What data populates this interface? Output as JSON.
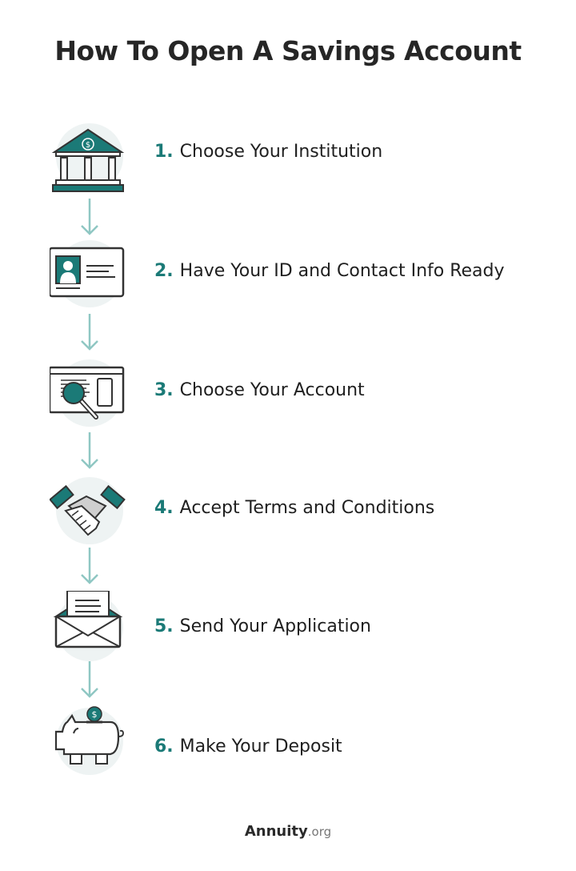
{
  "title": "How To Open A Savings Account",
  "colors": {
    "accent": "#1b7a77",
    "arrow": "#8fc7c3",
    "icon_bg": "#eef3f3",
    "outline": "#333333"
  },
  "steps": [
    {
      "num": "1.",
      "label": "Choose Your Institution",
      "icon": "bank-icon"
    },
    {
      "num": "2.",
      "label": "Have Your ID and Contact Info Ready",
      "icon": "id-card-icon"
    },
    {
      "num": "3.",
      "label": "Choose Your Account",
      "icon": "magnifier-document-icon"
    },
    {
      "num": "4.",
      "label": "Accept Terms and Conditions",
      "icon": "handshake-icon"
    },
    {
      "num": "5.",
      "label": "Send Your Application",
      "icon": "envelope-letter-icon"
    },
    {
      "num": "6.",
      "label": "Make Your Deposit",
      "icon": "piggy-bank-icon"
    }
  ],
  "footer": {
    "brand": "Annuity",
    "tld": ".org"
  }
}
